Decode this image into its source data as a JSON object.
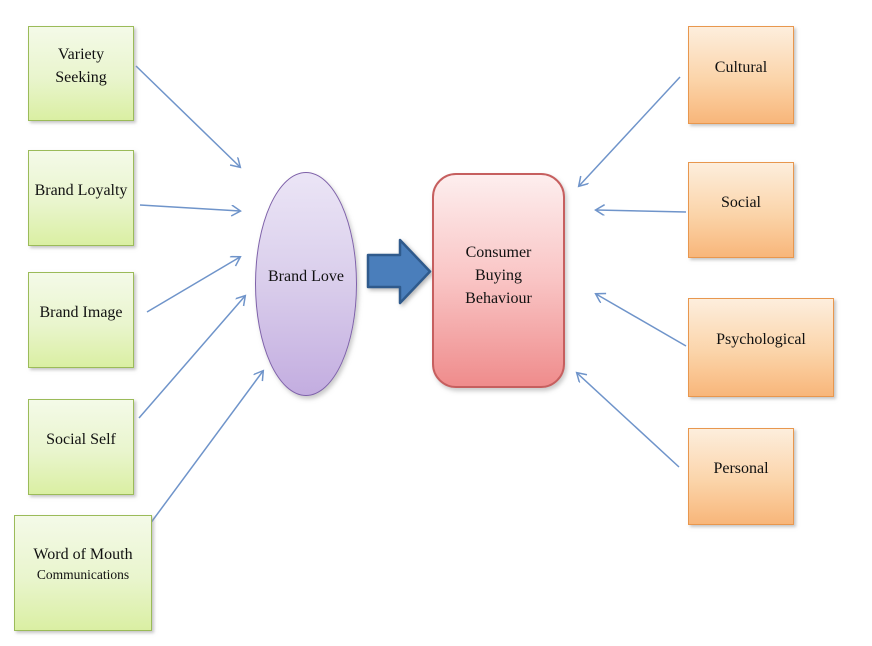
{
  "diagram": {
    "antecedents": [
      {
        "label": "Variety Seeking"
      },
      {
        "label": "Brand Loyalty"
      },
      {
        "label": "Brand Image"
      },
      {
        "label": "Social Self"
      },
      {
        "label": "Word of Mouth",
        "sublabel": "Communications"
      }
    ],
    "mediator": {
      "label": "Brand Love"
    },
    "outcome": {
      "label": "Consumer Buying Behaviour"
    },
    "factors": [
      {
        "label": "Cultural"
      },
      {
        "label": "Social"
      },
      {
        "label": "Psychological"
      },
      {
        "label": "Personal"
      }
    ]
  },
  "colors": {
    "antecedent_fill_top": "#f4fae8",
    "antecedent_fill_bottom": "#daefa3",
    "antecedent_border": "#9bbb59",
    "factor_fill_top": "#fdeedd",
    "factor_fill_bottom": "#f8b67a",
    "factor_border": "#e8974e",
    "mediator_fill_top": "#ebe5f6",
    "mediator_fill_bottom": "#c3ade0",
    "mediator_border": "#7e61a9",
    "outcome_fill_top": "#fdeeee",
    "outcome_fill_bottom": "#ef8c8c",
    "outcome_border": "#c65f5f",
    "connector_line": "#6f94ca",
    "block_arrow_fill": "#4a7ebb",
    "block_arrow_border": "#2f5a8c"
  }
}
